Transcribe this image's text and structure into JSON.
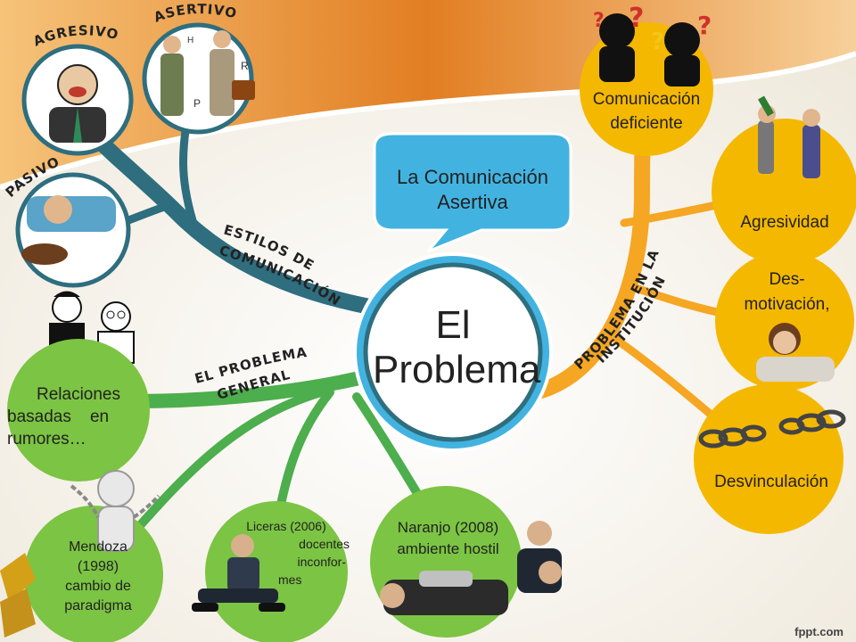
{
  "center": {
    "line1": "El",
    "line2": "Problema"
  },
  "bubble": {
    "line1": "La Comunicación",
    "line2": "Asertiva"
  },
  "branches": {
    "estilos_line1": "ESTILOS DE",
    "estilos_line2": "COMUNICACIÓN",
    "general_line1": "EL PROBLEMA",
    "general_line2": "GENERAL",
    "institucion_line1": "PROBLEMA EN LA",
    "institucion_line2": "INSTITUCIÓN"
  },
  "styles": {
    "agresivo": "AGRESIVO",
    "asertivo": "ASERTIVO",
    "pasivo": "PASIVO",
    "asertivo_letters": {
      "h": "H",
      "r": "R",
      "p": "P"
    }
  },
  "nodes": {
    "comunicacion": {
      "line1": "Comunicación",
      "line2": "deficiente"
    },
    "agresividad": "Agresividad",
    "desmotivacion": {
      "line1": "Des-",
      "line2": "motivación,"
    },
    "desvinculacion": "Desvinculación",
    "relaciones": {
      "line1": "Relaciones",
      "line2": "basadas    en",
      "line3": "rumores…"
    },
    "mendoza": {
      "line1": "Mendoza",
      "line2": "(1998)",
      "line3": "cambio de",
      "line4": "paradigma"
    },
    "liceras": {
      "line1": "Liceras (2006)",
      "line2": "docentes",
      "line3": "inconfor-",
      "line4": "mes"
    },
    "naranjo": {
      "line1": "Naranjo (2008)",
      "line2": "ambiente hostil"
    }
  },
  "footer": "fppt.com",
  "colors": {
    "orange_band": "#e58a2a",
    "green_node": "#7cc443",
    "yellow_node": "#f5b800",
    "teal_branch": "#2e6e7e",
    "center_ring": "#42b3e0",
    "bubble": "#42b3e0"
  }
}
